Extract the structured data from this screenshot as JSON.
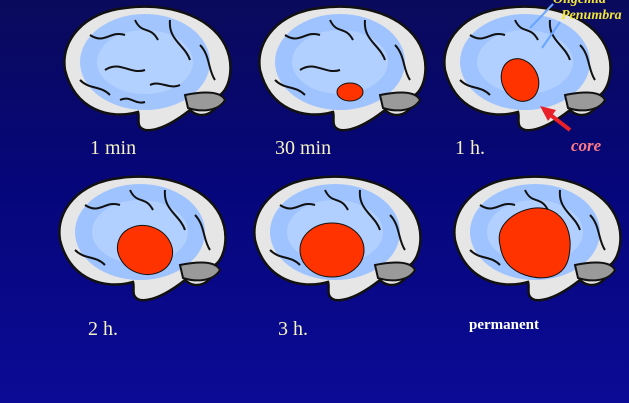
{
  "stages": [
    {
      "label": "1 min",
      "core": 0
    },
    {
      "label": "30 min",
      "core": 0.15
    },
    {
      "label": "1 h.",
      "core": 0.35
    },
    {
      "label": "2 h.",
      "core": 0.55
    },
    {
      "label": "3 h.",
      "core": 0.65
    },
    {
      "label": "permanent",
      "core": 1.0
    }
  ],
  "annotations": {
    "oligemia": "Oligemia",
    "penumbra": "Penumbra",
    "core": "core"
  },
  "colors": {
    "penumbra": "#9fc3ff",
    "core": "#ff3300",
    "outline": "#111111",
    "cortex": "#e6e6e6",
    "annotation": "#f1e43a",
    "arrow": "#e8202a"
  }
}
